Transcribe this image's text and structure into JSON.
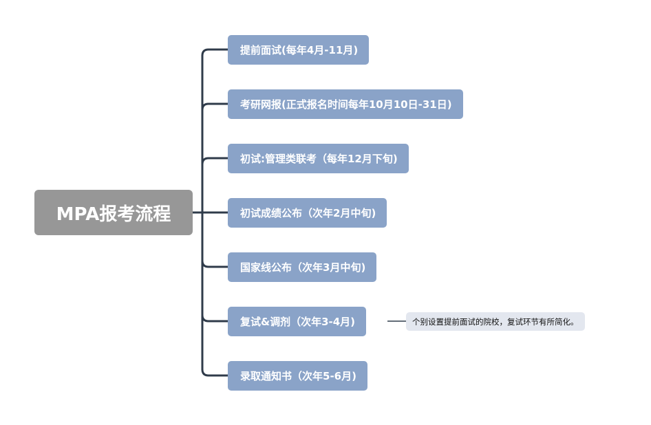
{
  "root": {
    "label": "MPA报考流程"
  },
  "branches": [
    {
      "label": "提前面试(每年4月-11月)"
    },
    {
      "label": "考研网报(正式报名时间每年10月10日-31日)"
    },
    {
      "label": "初试:管理类联考（每年12月下旬)"
    },
    {
      "label": "初试成绩公布（次年2月中旬)"
    },
    {
      "label": "国家线公布（次年3月中旬)"
    },
    {
      "label": "复试&调剂（次年3-4月)"
    },
    {
      "label": "录取通知书（次年5-6月)"
    }
  ],
  "note": {
    "label": "个别设置提前面试的院校，复试环节有所简化。"
  },
  "colors": {
    "root_fill": "#979797",
    "branch_fill": "#8aa3c8",
    "note_fill": "#e3e7ef",
    "connector": "#2f3b4a"
  }
}
